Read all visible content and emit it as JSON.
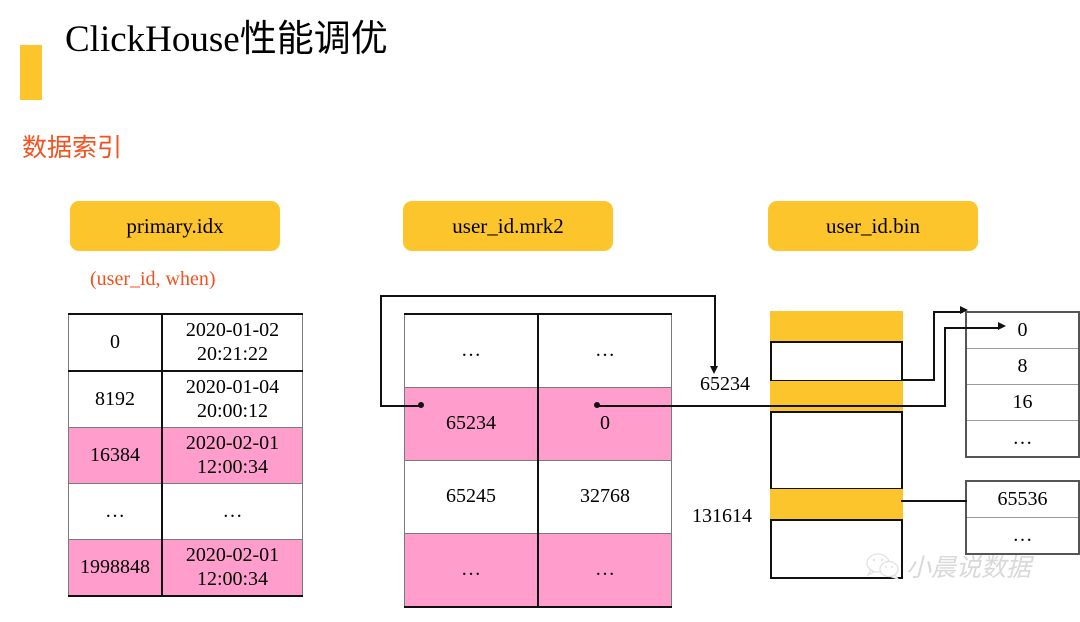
{
  "slide": {
    "title": "ClickHouse性能调优",
    "section": "数据索引",
    "accent_color": "#FCC52B",
    "section_color": "#F4511E",
    "highlight_color": "#FF9ECD"
  },
  "pills": {
    "primary_idx": "primary.idx",
    "user_id_mrk2": "user_id.mrk2",
    "user_id_bin": "user_id.bin"
  },
  "primary_key_note": "(user_id, when)",
  "tables": {
    "primary_idx": {
      "rows": [
        {
          "mark": "0",
          "when_date": "2020-01-02",
          "when_time": "20:21:22",
          "highlight": false
        },
        {
          "mark": "8192",
          "when_date": "2020-01-04",
          "when_time": "20:00:12",
          "highlight": false
        },
        {
          "mark": "16384",
          "when_date": "2020-02-01",
          "when_time": "12:00:34",
          "highlight": true
        },
        {
          "mark": "…",
          "when_date": "…",
          "when_time": "",
          "highlight": false
        },
        {
          "mark": "1998848",
          "when_date": "2020-02-01",
          "when_time": "12:00:34",
          "highlight": true
        }
      ]
    },
    "user_id_mrk2": {
      "rows": [
        {
          "block_offset": "…",
          "granule_offset": "…",
          "highlight": false
        },
        {
          "block_offset": "65234",
          "granule_offset": "0",
          "highlight": true
        },
        {
          "block_offset": "65245",
          "granule_offset": "32768",
          "highlight": false
        },
        {
          "block_offset": "…",
          "granule_offset": "…",
          "highlight": true
        }
      ]
    },
    "offsets_top": {
      "rows": [
        "0",
        "8",
        "16",
        "…"
      ]
    },
    "offsets_bottom": {
      "rows": [
        "65536",
        "…"
      ]
    }
  },
  "labels": {
    "offset_65234": "65234",
    "offset_131614": "131614"
  },
  "watermark": {
    "text": "小晨说数据"
  }
}
